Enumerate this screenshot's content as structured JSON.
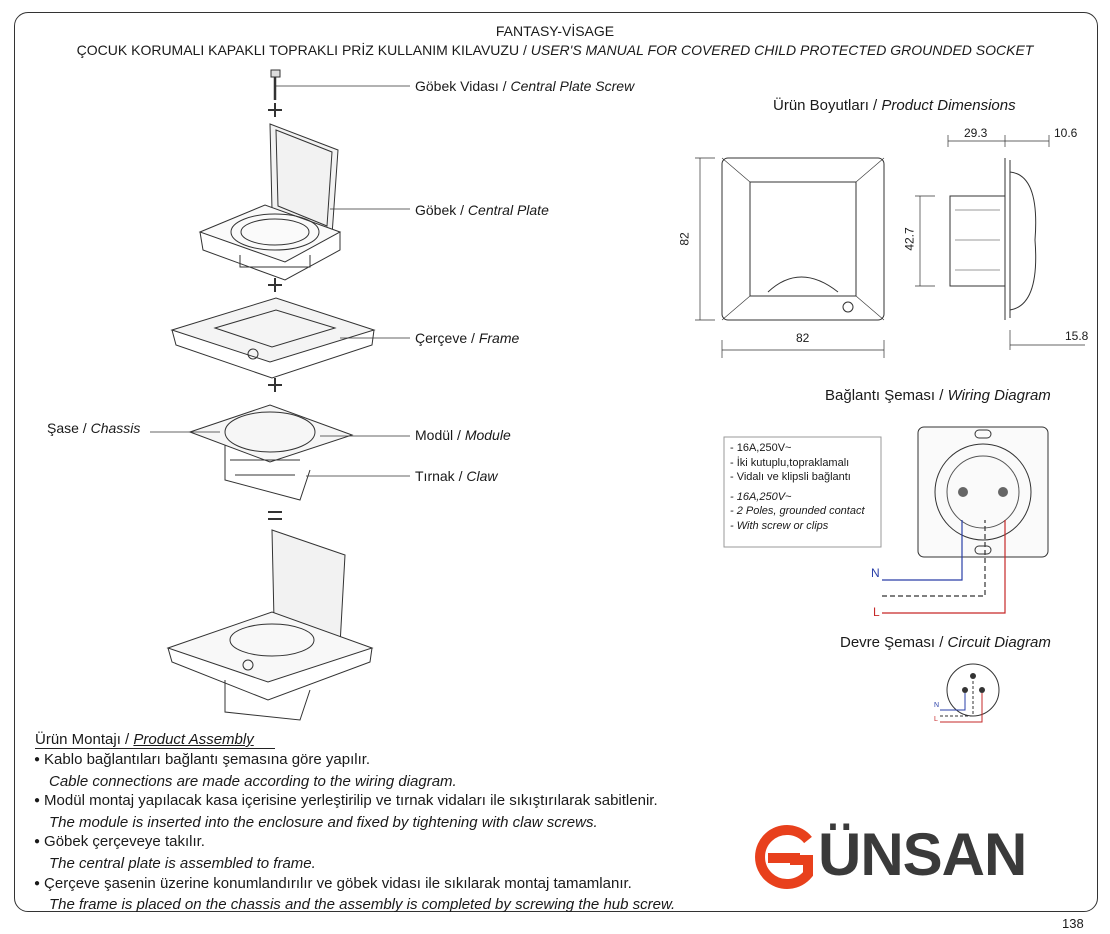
{
  "header": {
    "brand_line": "FANTASY-VİSAGE",
    "title_tr": "ÇOCUK KORUMALI KAPAKLI TOPRAKLI PRİZ KULLANIM KILAVUZU /",
    "title_en": "USER'S MANUAL FOR COVERED CHILD PROTECTED GROUNDED SOCKET"
  },
  "parts": {
    "screw": {
      "tr": "Göbek Vidası /",
      "en": "Central Plate Screw"
    },
    "central_plate": {
      "tr": "Göbek /",
      "en": "Central Plate"
    },
    "frame": {
      "tr": "Çerçeve /",
      "en": "Frame"
    },
    "chassis": {
      "tr": "Şase /",
      "en": "Chassis"
    },
    "module": {
      "tr": "Modül /",
      "en": "Module"
    },
    "claw": {
      "tr": "Tırnak /",
      "en": "Claw"
    }
  },
  "dimensions": {
    "title_tr": "Ürün Boyutları /",
    "title_en": "Product Dimensions",
    "width": "82",
    "height": "82",
    "depth_a": "29.3",
    "depth_b": "10.6",
    "inner_h": "42.7",
    "bottom_d": "15.8"
  },
  "wiring": {
    "title_tr": "Bağlantı Şeması /",
    "title_en": "Wiring Diagram",
    "spec_tr": [
      "- 16A,250V~",
      "- İki kutuplu,topraklamalı",
      "- Vidalı ve klipsli bağlantı"
    ],
    "spec_en": [
      "- 16A,250V~",
      "- 2 Poles, grounded contact",
      "- With screw or clips"
    ],
    "n_label": "N",
    "l_label": "L"
  },
  "circuit": {
    "title_tr": "Devre Şeması /",
    "title_en": "Circuit Diagram",
    "n_label": "N",
    "l_label": "L"
  },
  "assembly": {
    "title_tr": "Ürün Montajı /",
    "title_en": "Product Assembly",
    "steps": [
      {
        "tr": "Kablo bağlantıları bağlantı şemasına göre yapılır.",
        "en": "Cable connections are made according to the wiring diagram."
      },
      {
        "tr": "Modül montaj yapılacak kasa içerisine yerleştirilip ve tırnak vidaları ile sıkıştırılarak sabitlenir.",
        "en": "The module is inserted into the enclosure and fixed by tightening with claw screws."
      },
      {
        "tr": "Göbek çerçeveye takılır.",
        "en": "The central plate is assembled to frame."
      },
      {
        "tr": "Çerçeve şasenin üzerine konumlandırılır ve göbek vidası ile sıkılarak montaj tamamlanır.",
        "en": "The frame is placed on the chassis and the assembly is completed by screwing the hub screw."
      }
    ]
  },
  "logo": {
    "text": "ÜNSAN",
    "accent": "#e8401c",
    "color": "#3a3a3a"
  },
  "page_number": "138"
}
